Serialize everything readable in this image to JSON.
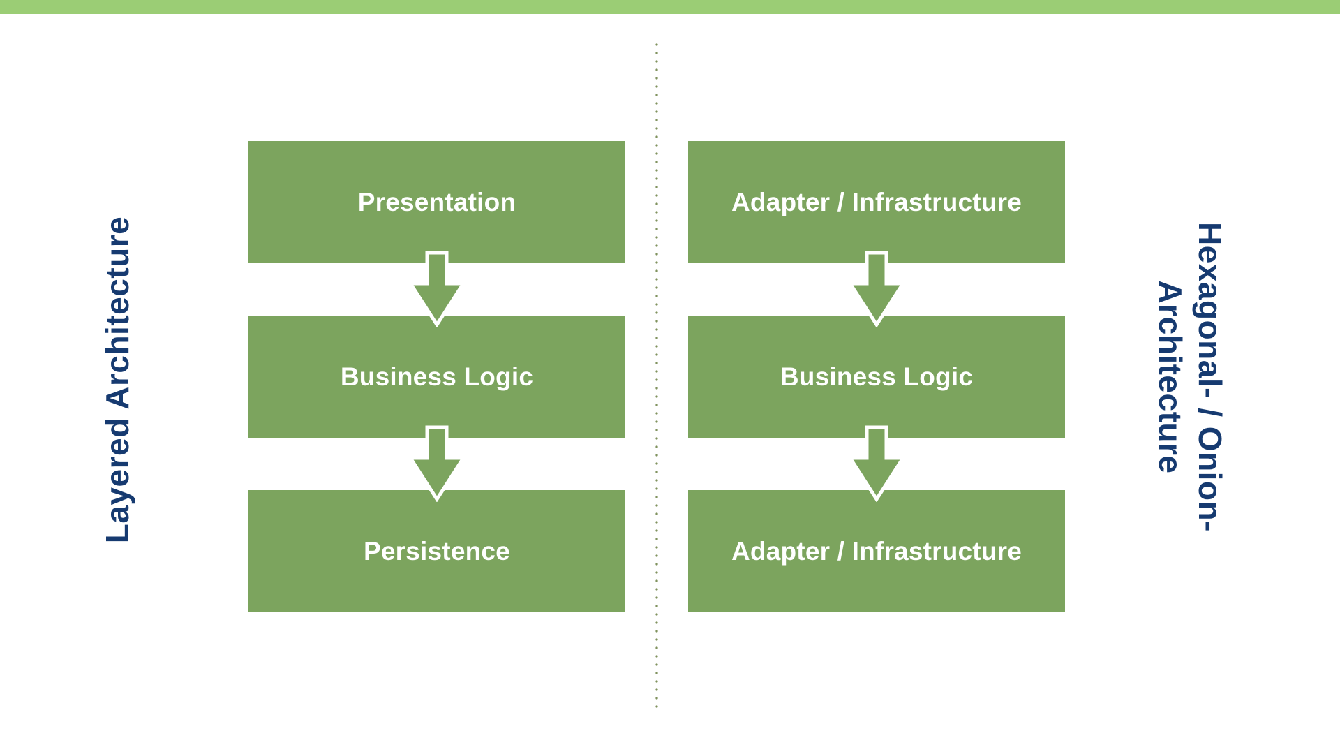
{
  "page": {
    "background": "#ffffff"
  },
  "top_bar": {
    "color": "#9bcd75"
  },
  "divider": {
    "style": "vertical-dotted-line",
    "color": "#80925e"
  },
  "left_panel": {
    "label": "Layered Architecture",
    "label_color": "#163a70",
    "boxes": [
      {
        "label": "Presentation"
      },
      {
        "label": "Business Logic"
      },
      {
        "label": "Persistence"
      }
    ]
  },
  "right_panel": {
    "label_line1": "Hexagonal- / Onion-",
    "label_line2": "Architecture",
    "label_color": "#163a70",
    "boxes": [
      {
        "label": "Adapter / Infrastructure"
      },
      {
        "label": "Business Logic"
      },
      {
        "label": "Adapter / Infrastructure"
      }
    ]
  },
  "colors": {
    "box_green": "#7ca45e",
    "top_bar_green": "#9bcd75",
    "navy_text": "#163a70",
    "dot_color": "#80925e",
    "box_text": "#ffffff"
  }
}
